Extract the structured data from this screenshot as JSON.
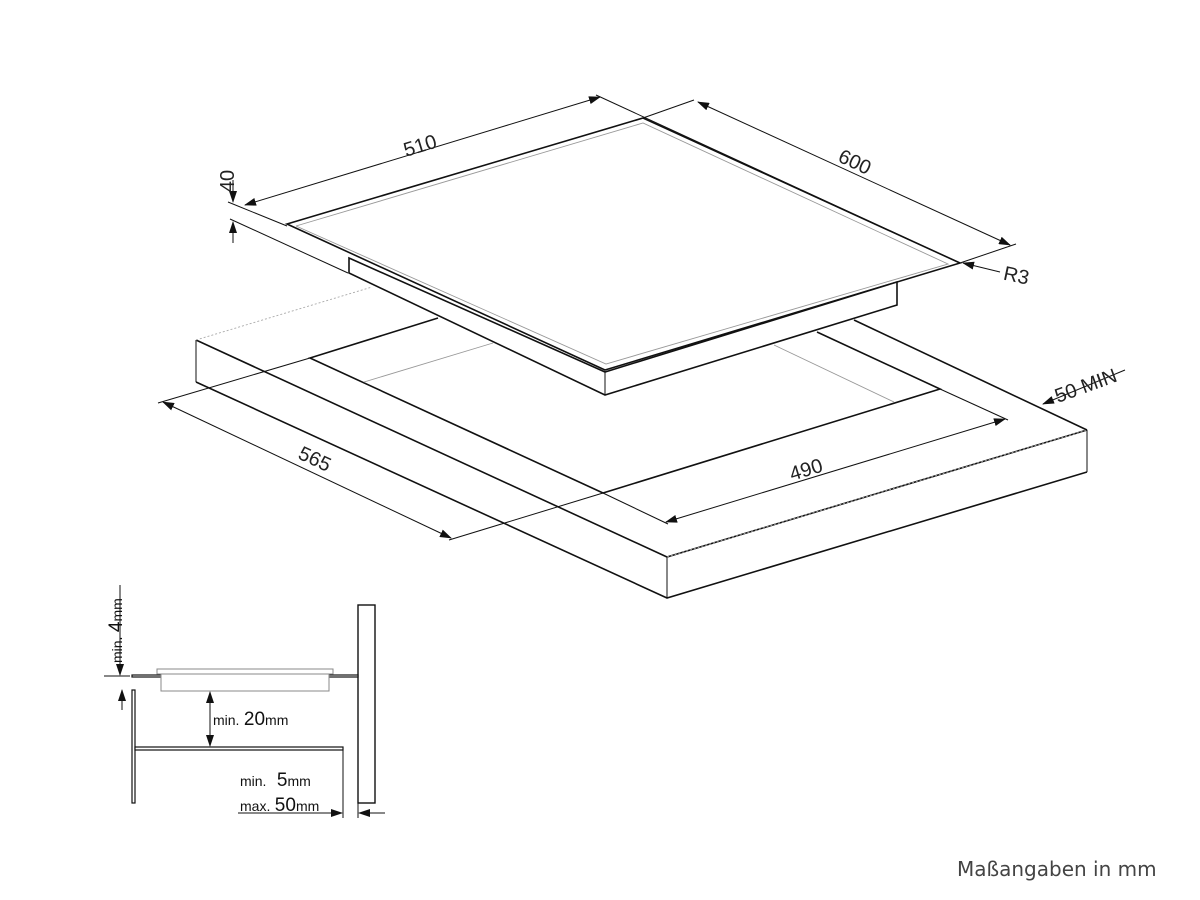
{
  "main_drawing": {
    "hob_width": "510",
    "hob_depth": "600",
    "hob_height": "40",
    "corner_radius": "R3",
    "edge_distance": "50 MIN",
    "cutout_depth": "565",
    "cutout_width": "490"
  },
  "detail_drawing": {
    "top_clearance": {
      "prefix": "min.",
      "value": "4",
      "unit": "mm"
    },
    "under_clearance": {
      "prefix": "min.",
      "value": "20",
      "unit": "mm"
    },
    "wall_min": {
      "prefix": "min.",
      "value": "5",
      "unit": "mm"
    },
    "wall_max": {
      "prefix": "max.",
      "value": "50",
      "unit": "mm"
    }
  },
  "footer": {
    "note": "Maßangaben in mm"
  }
}
